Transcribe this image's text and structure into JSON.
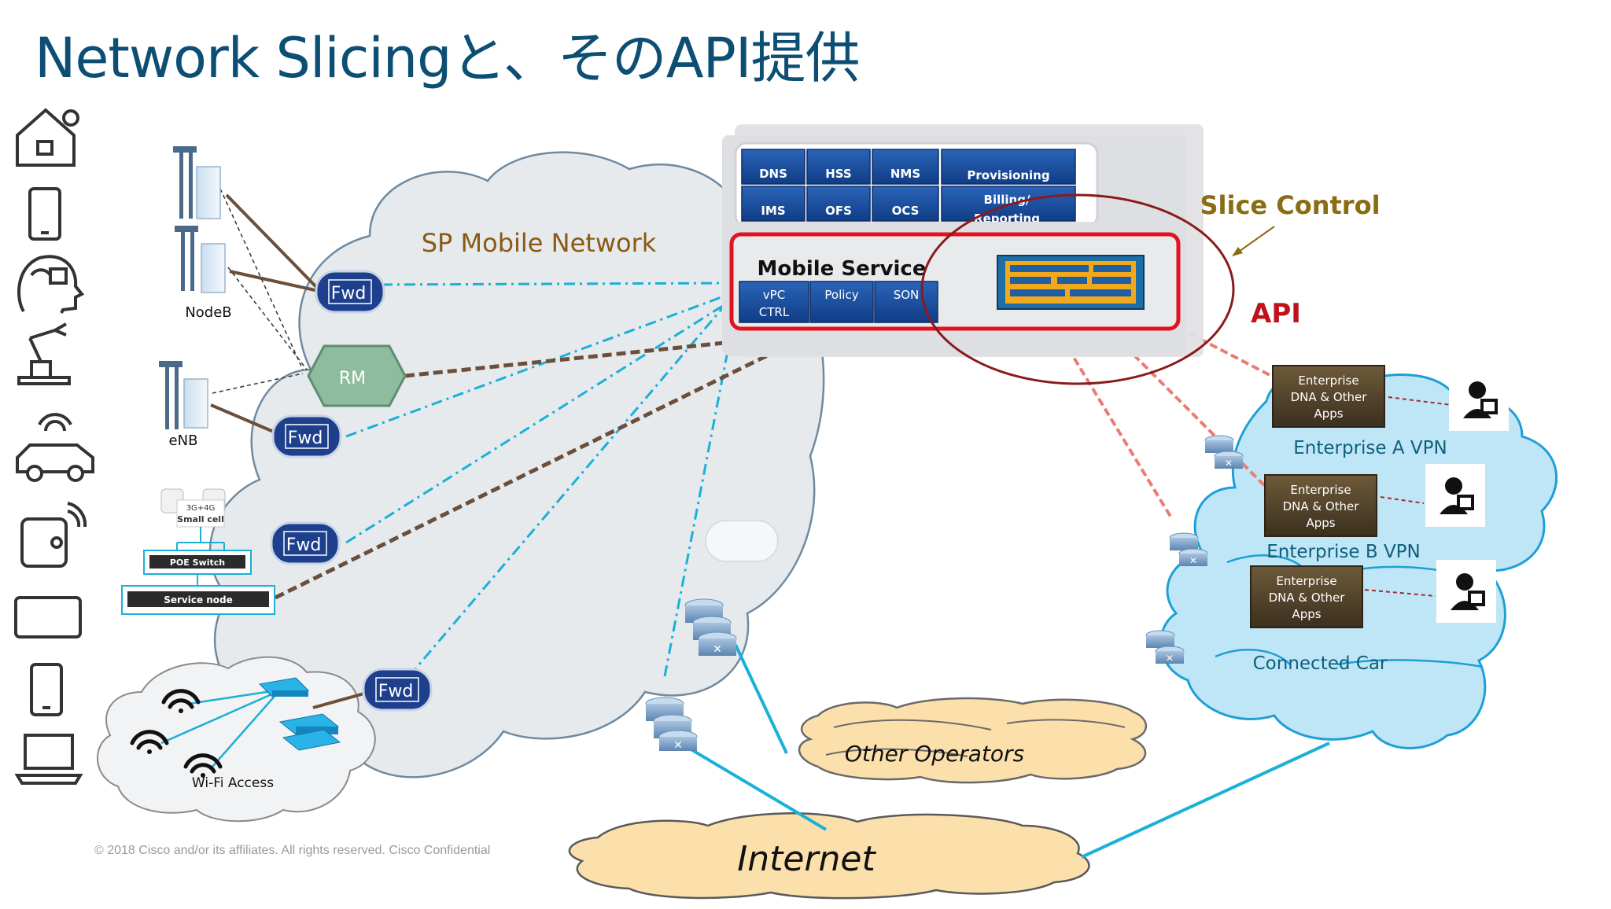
{
  "title": "Network Slicingと、そのAPI提供",
  "footer": "© 2018  Cisco and/or its affiliates. All rights reserved.   Cisco Confidential",
  "labels": {
    "sp_mobile_network": "SP Mobile Network",
    "slice_control": "Slice Control",
    "api": "API",
    "mobile_service": "Mobile Service",
    "nodeb": "NodeB",
    "enb": "eNB",
    "rm": "RM",
    "fwd": "Fwd",
    "wifi_access": "Wi-Fi Access",
    "other_operators": "Other Operators",
    "internet": "Internet",
    "small_cell_line1": "3G+4G",
    "small_cell_line2": "Small cell",
    "poe_switch": "POE Switch",
    "service_node": "Service node"
  },
  "core_functions": {
    "dns": "DNS",
    "hss": "HSS",
    "nms": "NMS",
    "provisioning": "Provisioning",
    "ims": "IMS",
    "ofs": "OFS",
    "ocs": "OCS",
    "billing_line1": "Billing/",
    "billing_line2": "Reporting"
  },
  "mobile_service_functions": {
    "vpc_line1": "vPC",
    "vpc_line2": "CTRL",
    "policy": "Policy",
    "son": "SON"
  },
  "enterprise_box": {
    "line1": "Enterprise",
    "line2": "DNA &  Other",
    "line3": "Apps"
  },
  "enterprise_clouds": {
    "a": "Enterprise A VPN",
    "b": "Enterprise B VPN",
    "car": "Connected Car"
  },
  "colors": {
    "title": "#0d4f74",
    "fwd_fill": "#1d3f8c",
    "sky_cloud": "#bfe6f7",
    "gray_cloud": "#e3e8ec",
    "orange_cloud": "#fbe0ac",
    "slice_red": "#e0141e",
    "ellipse": "#8b1a1a",
    "link_blue": "#1ab0d8",
    "link_brown": "#6b4f3a",
    "rm_green": "#8fbc9f"
  },
  "icons": [
    "house-icon",
    "smartphone-icon",
    "head-icon",
    "robot-arm-icon",
    "connected-car-icon",
    "wearable-icon",
    "tablet-icon",
    "phone-icon",
    "laptop-icon"
  ]
}
